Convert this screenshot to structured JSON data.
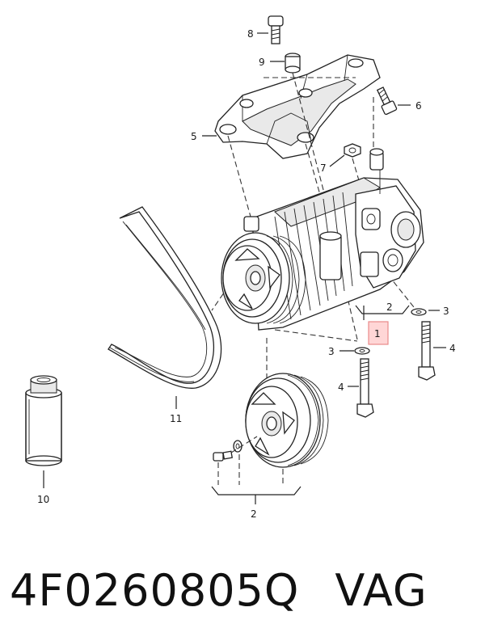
{
  "callouts": {
    "c8": "8",
    "c9": "9",
    "c6": "6",
    "c5": "5",
    "c7": "7",
    "c2_top": "2",
    "c1": "1",
    "c3_right": "3",
    "c3_left": "3",
    "c4_right": "4",
    "c4_left": "4",
    "c11": "11",
    "c10": "10",
    "c2_bottom": "2"
  },
  "caption": {
    "part_number": "4F0260805Q",
    "brand": "VAG"
  },
  "colors": {
    "highlight_fill": "#ffd6d6",
    "highlight_stroke": "#e88a8a",
    "ink": "#222222"
  }
}
